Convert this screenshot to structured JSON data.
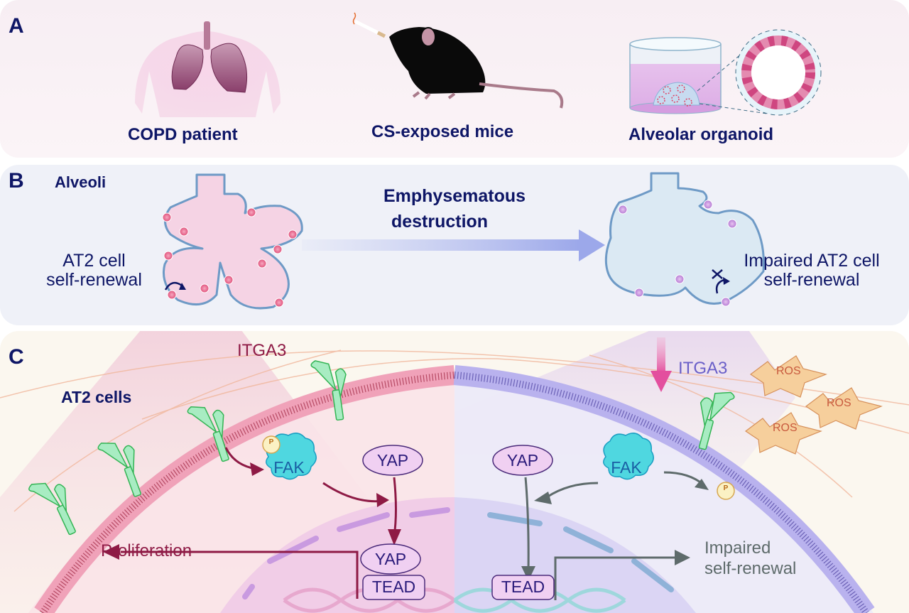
{
  "panel_a": {
    "letter": "A",
    "items": [
      {
        "label": "COPD patient"
      },
      {
        "label": "CS-exposed mice"
      },
      {
        "label": "Alveolar organoid"
      }
    ]
  },
  "panel_b": {
    "letter": "B",
    "title": "Alveoli",
    "arrow_label_line1": "Emphysematous",
    "arrow_label_line2": "destruction",
    "healthy_label_line1": "AT2 cell",
    "healthy_label_line2": "self-renewal",
    "impaired_label_line1": "Impaired AT2 cell",
    "impaired_label_line2": "self-renewal"
  },
  "panel_c": {
    "letter": "C",
    "title": "AT2 cells",
    "healthy": {
      "receptor_label": "ITGA3",
      "fak": "FAK",
      "phospho": "P",
      "yap_cytoplasm": "YAP",
      "yap_nucleus": "YAP",
      "tead": "TEAD",
      "outcome": "Proliferation"
    },
    "disease": {
      "receptor_label": "ITGA3",
      "fak": "FAK",
      "phospho": "P",
      "yap_cytoplasm": "YAP",
      "tead": "TEAD",
      "outcome_line1": "Impaired",
      "outcome_line2": "self-renewal",
      "ros": [
        "ROS",
        "ROS",
        "ROS"
      ]
    }
  },
  "colors": {
    "navy_text": "#0e1666",
    "healthy_accent": "#8e1a45",
    "disease_accent": "#6a5fc8",
    "disease_arrow": "#5e6b6b",
    "fak_fill": "#46d2dc",
    "node_fill": "#f0d0f2",
    "ros_fill": "#f6cf9c",
    "integrin_fill": "#9ae6b4"
  }
}
